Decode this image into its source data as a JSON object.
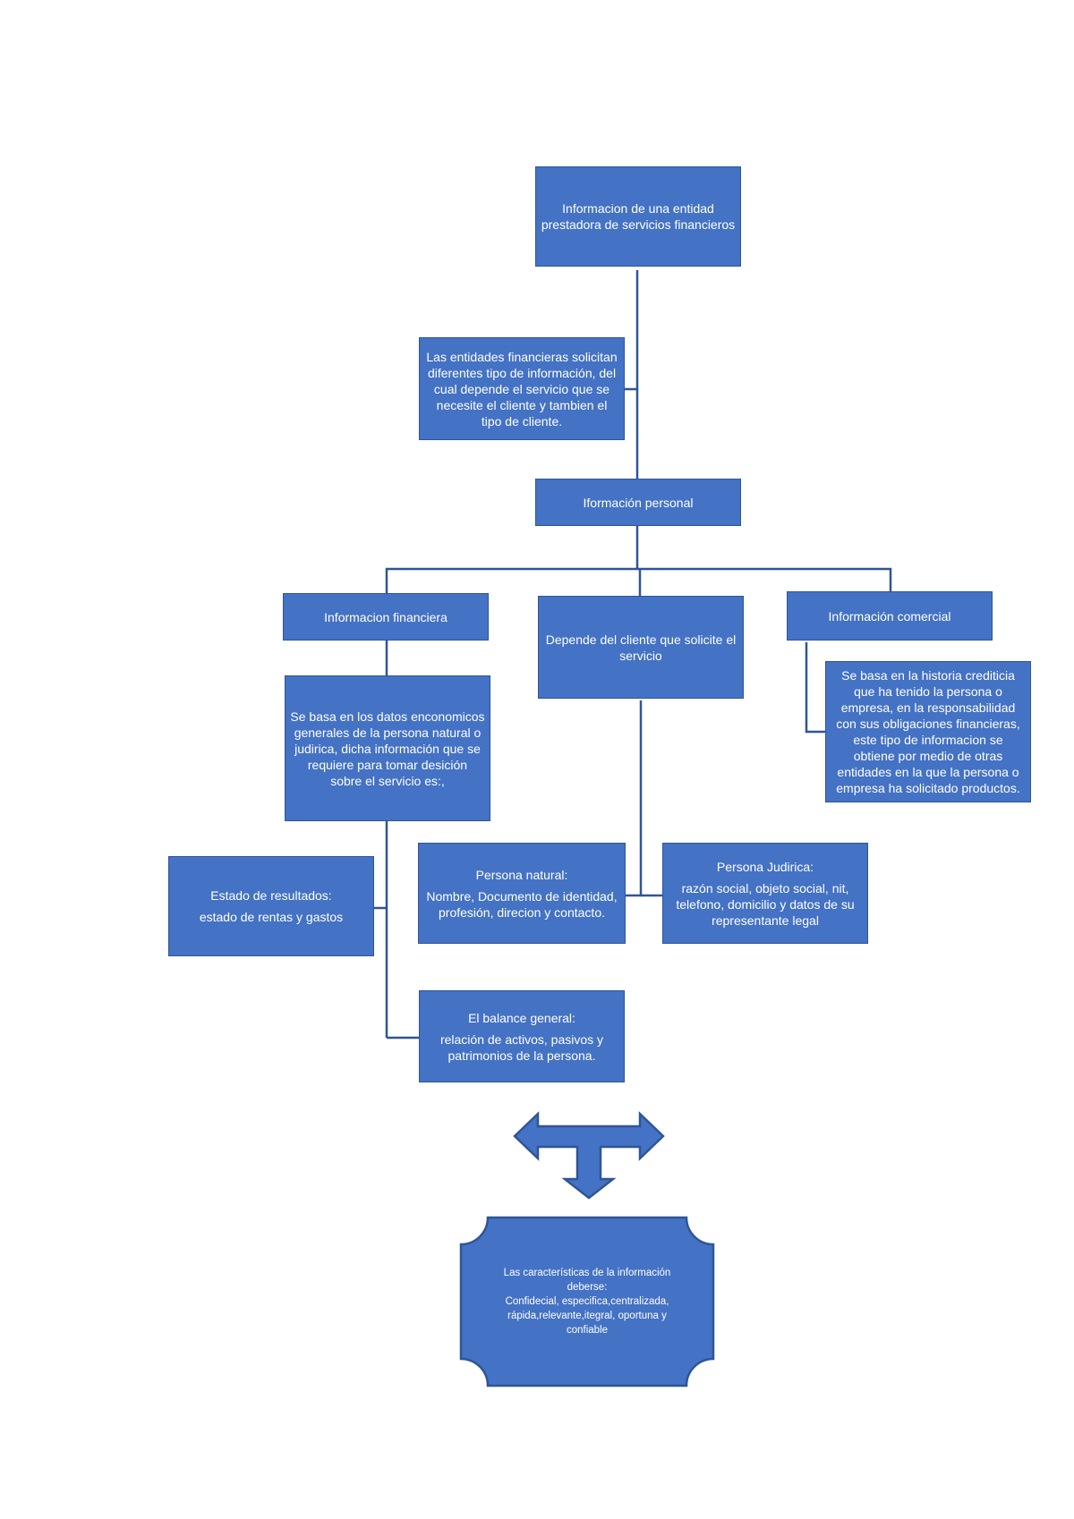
{
  "diagram": {
    "root": {
      "lines": [
        "Informacion de una entidad",
        "prestadora de servicios financieros"
      ]
    },
    "note": {
      "lines": [
        "Las entidades financieras solicitan",
        "diferentes tipo de información, del",
        "cual depende el servicio que se",
        "necesite el cliente y tambien el",
        "tipo de cliente."
      ]
    },
    "personal": {
      "label": "Iformación personal"
    },
    "financiera": {
      "label": "Informacion financiera"
    },
    "depende": {
      "lines": [
        "Depende del cliente que solicite el",
        "servicio"
      ]
    },
    "comercial": {
      "label": "Información comercial"
    },
    "comercial_desc": {
      "lines": [
        "Se basa en la historia crediticia",
        "que ha tenido la persona o",
        "empresa, en la responsabilidad",
        "con sus obligaciones financieras,",
        "este tipo de informacion se",
        "obtiene por medio de otras",
        "entidades en la que la persona o",
        "empresa ha solicitado productos."
      ]
    },
    "financiera_desc": {
      "lines": [
        "Se basa en los datos enconomicos",
        "generales de la persona natural o",
        "judirica, dicha información que se",
        "requiere para tomar desición",
        "sobre el servicio es:,"
      ]
    },
    "estado": {
      "title": "Estado de resultados:",
      "text": "estado de rentas y gastos"
    },
    "natural": {
      "title": "Persona natural:",
      "lines": [
        "Nombre, Documento de identidad,",
        "profesión, direcion y contacto."
      ]
    },
    "juridica": {
      "title": "Persona Judirica:",
      "lines": [
        "razón social, objeto social, nit,",
        "telefono, domicilio y datos de su",
        "representante legal"
      ]
    },
    "balance": {
      "title": "El balance general:",
      "lines": [
        "relación de activos, pasivos y",
        "patrimonios de la persona."
      ]
    },
    "caracteristicas": {
      "lines": [
        "Las características de la información",
        "deberse:",
        "Confidecial, especifica,centralizada,",
        "rápida,relevante,itegral, oportuna y",
        "confiable"
      ]
    },
    "colors": {
      "box_fill": "#4472c4",
      "box_border": "#2f5597",
      "connector": "#2f5597",
      "text": "#ffffff"
    }
  }
}
